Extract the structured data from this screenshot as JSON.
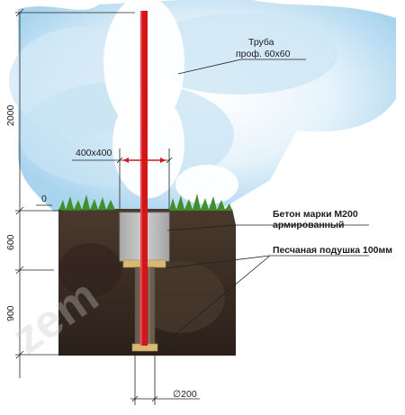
{
  "labels": {
    "pipe_line1": "Труба",
    "pipe_line2": "проф. 60х60",
    "concrete_line1": "Бетон марки М200",
    "concrete_line2": "армированный",
    "sand_cushion": "Песчаная подушка 100мм",
    "post_section": "400х400",
    "diameter": "∅200"
  },
  "dimensions": {
    "above_ground": "2000",
    "ground_level": "0",
    "depth_concrete": "600",
    "depth_total": "900"
  },
  "colors": {
    "pipe": "#d4161b",
    "soil": "#3a2c22",
    "concrete": "#bdbdbd",
    "sand": "#d9b774",
    "grass": "#3f8f2c",
    "sky": "#bfe0f2"
  },
  "watermark": "zem"
}
